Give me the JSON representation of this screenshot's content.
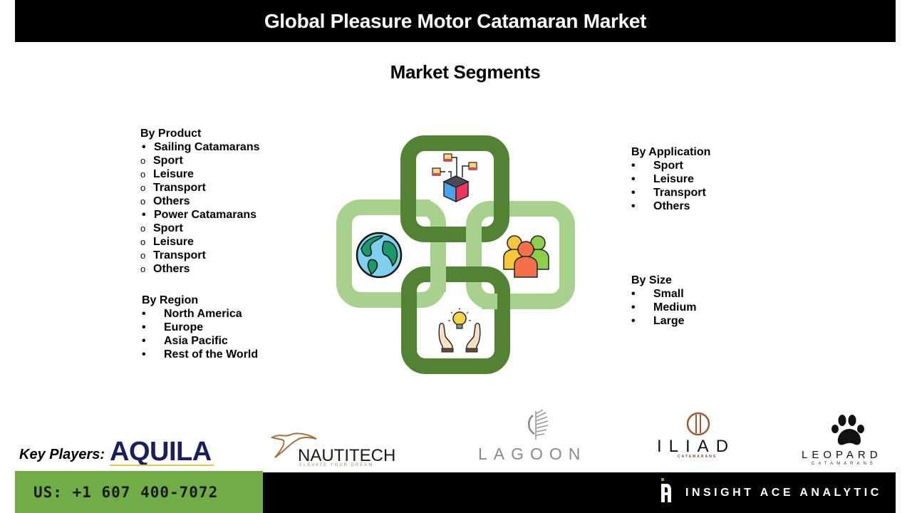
{
  "header": {
    "title": "Global Pleasure Motor Catamaran Market"
  },
  "subtitle": "Market Segments",
  "segments": {
    "product": {
      "heading": "By Product",
      "items": [
        {
          "bullet": "•",
          "label": "Sailing Catamarans"
        },
        {
          "bullet": "o",
          "label": "Sport"
        },
        {
          "bullet": "o",
          "label": "Leisure"
        },
        {
          "bullet": "o",
          "label": "Transport"
        },
        {
          "bullet": "o",
          "label": "Others"
        },
        {
          "bullet": "•",
          "label": "Power Catamarans"
        },
        {
          "bullet": "o",
          "label": "Sport"
        },
        {
          "bullet": "o",
          "label": "Leisure"
        },
        {
          "bullet": "o",
          "label": "Transport"
        },
        {
          "bullet": "o",
          "label": "Others"
        }
      ]
    },
    "region": {
      "heading": "By Region",
      "items": [
        "North America",
        "Europe",
        "Asia Pacific",
        "Rest of the World"
      ]
    },
    "application": {
      "heading": "By Application",
      "items": [
        "Sport",
        "Leisure",
        "Transport",
        "Others"
      ]
    },
    "size": {
      "heading": "By Size",
      "items": [
        "Small",
        "Medium",
        "Large"
      ]
    }
  },
  "diagram": {
    "colors": {
      "dark_ring": "#548235",
      "light_ring": "#a9d18e"
    },
    "icons": [
      "network-cube-icon",
      "globe-icon",
      "people-group-icon",
      "hands-lightbulb-icon"
    ]
  },
  "key_players": {
    "label": "Key Players:",
    "logos": [
      {
        "name": "AQUILA"
      },
      {
        "name": "NAUTITECH",
        "tagline": "ELEVATE YOUR DREAM"
      },
      {
        "name": "LAGOON"
      },
      {
        "name": "ILIAD",
        "tagline": "CATAMARANS"
      },
      {
        "name": "LEOPARD",
        "tagline": "CATAMARANS"
      }
    ]
  },
  "footer": {
    "phone": "US: +1 607 400-7072",
    "brand": "INSIGHT ACE ANALYTIC",
    "colors": {
      "phone_bg": "#70ad47",
      "brand_bg": "#000000"
    }
  }
}
